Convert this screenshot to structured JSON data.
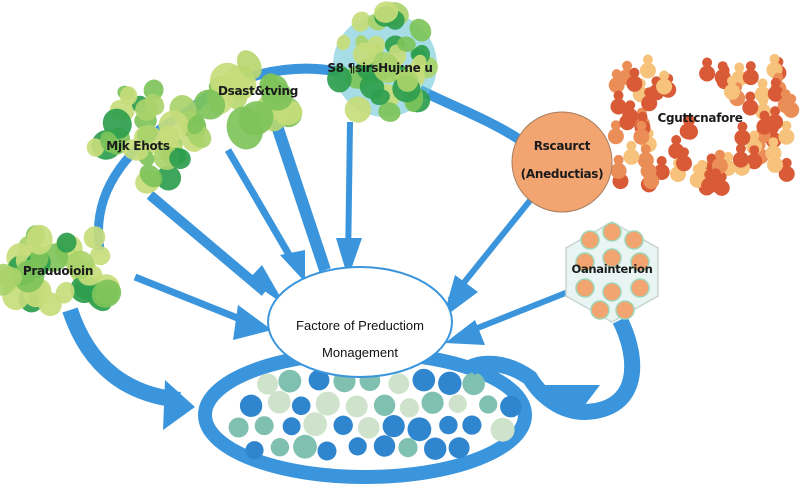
{
  "diagram": {
    "center": {
      "line1": "Factore of Preductiom",
      "line2": "Monagement"
    },
    "nodes": [
      {
        "id": "draft-stirring",
        "label": "Dsast&tving",
        "style": "green-cluster"
      },
      {
        "id": "top-cluster",
        "label": "S8 ¶sirsHuj:ne u",
        "style": "green-teal-cluster"
      },
      {
        "id": "left-upper",
        "label": "Mjk Ehots",
        "style": "green-cluster"
      },
      {
        "id": "left-lower",
        "label": "Prauuoioin",
        "style": "green-cluster"
      },
      {
        "id": "resource",
        "label_line1": "Rscaurct",
        "label_line2": "(Aneductias)",
        "style": "orange-circle"
      },
      {
        "id": "people",
        "label": "Cguttcnafore",
        "style": "orange-people-cluster"
      },
      {
        "id": "combination",
        "label": "Oanainterion",
        "style": "orange-hex-cluster"
      }
    ],
    "base": {
      "label": "",
      "style": "blue-dot-pool"
    },
    "colors": {
      "arrow_blue": "#3a95dc",
      "green_light": "#c7dc7b",
      "green_mid": "#7ec35a",
      "green_dark": "#2e9e4e",
      "teal": "#6cc7d6",
      "orange_circle": "#f3a571",
      "orange_light": "#f7c27b",
      "orange_dark": "#d85a36",
      "dot_blue": "#2f86cf",
      "dot_pale": "#cfe3cc"
    }
  }
}
